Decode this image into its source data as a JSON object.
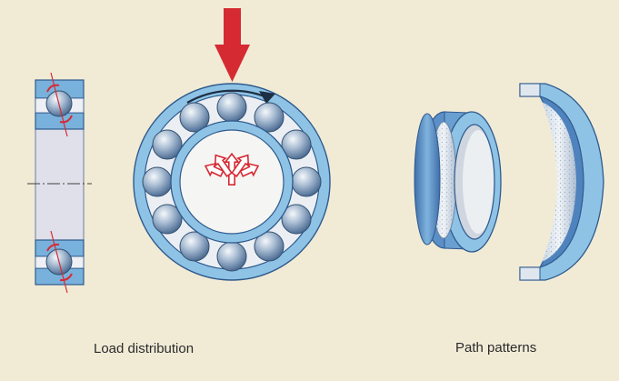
{
  "captions": {
    "load": "Load distribution",
    "path": "Path patterns"
  },
  "colors": {
    "background": "#f1ebd6",
    "ring_fill": "#8ec3e6",
    "ring_dark": "#4f83bd",
    "ring_outline": "#2f5a8c",
    "bore_fill": "#f4f4f4",
    "ball_light": "#dfe8f0",
    "ball_mid": "#9fb6cf",
    "ball_dark": "#4e6f96",
    "load_arrow": "#d62a33",
    "contact_line": "#d62a33",
    "centerline": "#404040"
  },
  "icons": {
    "load_arrow": "down-arrow",
    "reaction_arrows": "outline-arrows"
  }
}
